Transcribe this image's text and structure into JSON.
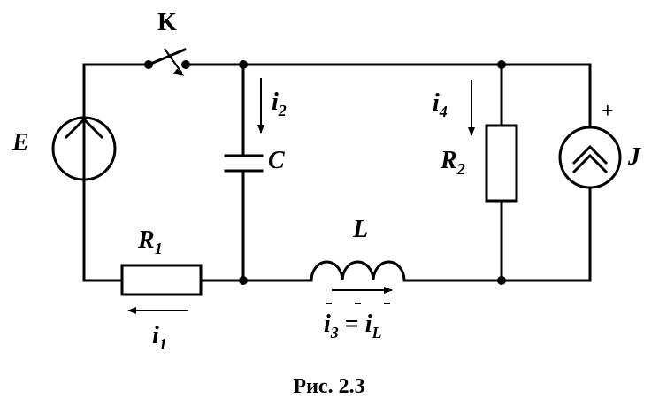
{
  "labels": {
    "switch": "K",
    "source_e": "E",
    "capacitor": "C",
    "resistor_2": "R",
    "resistor_2_sub": "2",
    "current_source": "J",
    "current_source_polarity": "+",
    "resistor_1": "R",
    "resistor_1_sub": "1",
    "inductor": "L",
    "current_1": "i",
    "current_1_sub": "1",
    "current_2": "i",
    "current_2_sub": "2",
    "current_4": "i",
    "current_4_sub": "4",
    "current_3": "i",
    "current_3_sub": "3",
    "current_3_eq": " = ",
    "current_l": "i",
    "current_l_sub": "L"
  },
  "caption": "Рис. 2.3"
}
